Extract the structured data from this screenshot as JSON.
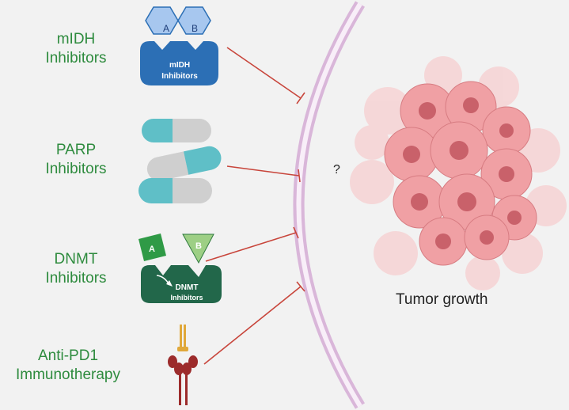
{
  "labels": {
    "midh": [
      "mIDH",
      "Inhibitors"
    ],
    "parp": [
      "PARP",
      "Inhibitors"
    ],
    "dnmt": [
      "DNMT",
      "Inhibitors"
    ],
    "pd1": [
      "Anti-PD1",
      "Immunotherapy"
    ]
  },
  "icons": {
    "midh": {
      "sub_a": "A",
      "sub_b": "B",
      "enzyme": [
        "mIDH",
        "Inhibitors"
      ]
    },
    "dnmt": {
      "sub_a": "A",
      "sub_b": "B",
      "enzyme": [
        "DNMT",
        "Inhibitors"
      ]
    }
  },
  "question": "?",
  "tumor_label": "Tumor growth",
  "colors": {
    "label_green": "#2e8b3e",
    "inhibit_line": "#c8453b",
    "membrane": "#d9b6d9",
    "midh_blue": "#2c6fb5",
    "dnmt_green": "#22674a",
    "capsule_teal": "#5fbfc7",
    "tumor_pink": "#f0a0a4"
  }
}
